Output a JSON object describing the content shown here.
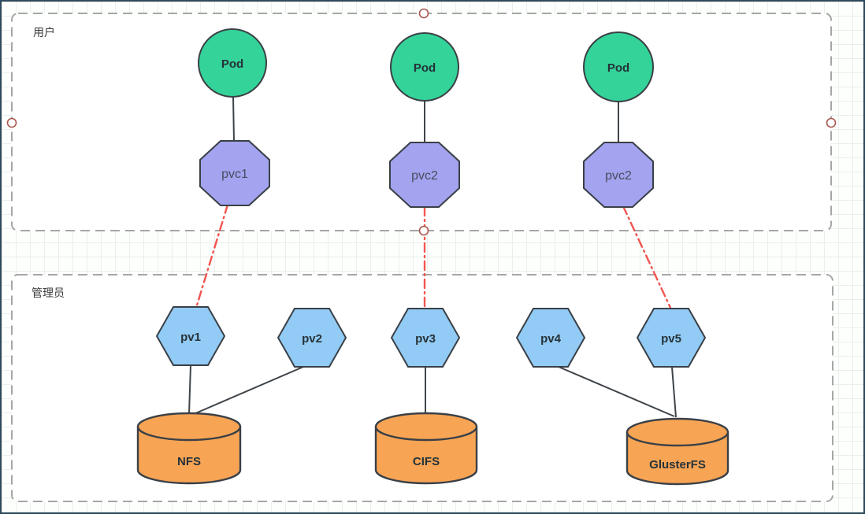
{
  "diagram": {
    "groups": [
      {
        "label": "用户"
      },
      {
        "label": "管理员"
      }
    ],
    "pods": [
      {
        "label": "Pod"
      },
      {
        "label": "Pod"
      },
      {
        "label": "Pod"
      }
    ],
    "pvcs": [
      {
        "label": "pvc1"
      },
      {
        "label": "pvc2"
      },
      {
        "label": "pvc2"
      }
    ],
    "pvs": [
      {
        "label": "pv1"
      },
      {
        "label": "pv2"
      },
      {
        "label": "pv3"
      },
      {
        "label": "pv4"
      },
      {
        "label": "pv5"
      }
    ],
    "storages": [
      {
        "label": "NFS"
      },
      {
        "label": "CIFS"
      },
      {
        "label": "GlusterFS"
      }
    ],
    "edges": [
      {
        "from": "Pod-1",
        "to": "pvc1",
        "style": "solid"
      },
      {
        "from": "Pod-2",
        "to": "pvc2",
        "style": "solid"
      },
      {
        "from": "Pod-3",
        "to": "pvc2",
        "style": "solid"
      },
      {
        "from": "pvc1",
        "to": "pv1",
        "style": "red-dashdot"
      },
      {
        "from": "pvc2",
        "to": "pv3",
        "style": "red-dashdot"
      },
      {
        "from": "pvc2",
        "to": "pv5",
        "style": "red-dashdot"
      },
      {
        "from": "pv1",
        "to": "NFS",
        "style": "solid"
      },
      {
        "from": "pv2",
        "to": "NFS",
        "style": "solid"
      },
      {
        "from": "pv3",
        "to": "CIFS",
        "style": "solid"
      },
      {
        "from": "pv4",
        "to": "GlusterFS",
        "style": "solid"
      },
      {
        "from": "pv5",
        "to": "GlusterFS",
        "style": "solid"
      }
    ]
  },
  "colors": {
    "pod_fill": "#34d399",
    "pvc_fill": "#a3a3f0",
    "pv_fill": "#92cbf5",
    "storage_fill": "#f7a455",
    "shape_stroke": "#3a4046",
    "link_stroke": "#3f4449",
    "claim_link_stroke": "#f25551",
    "group_border": "#a6a6a6",
    "handle_stroke": "#a8564e",
    "window_border": "#2e4a5c"
  }
}
